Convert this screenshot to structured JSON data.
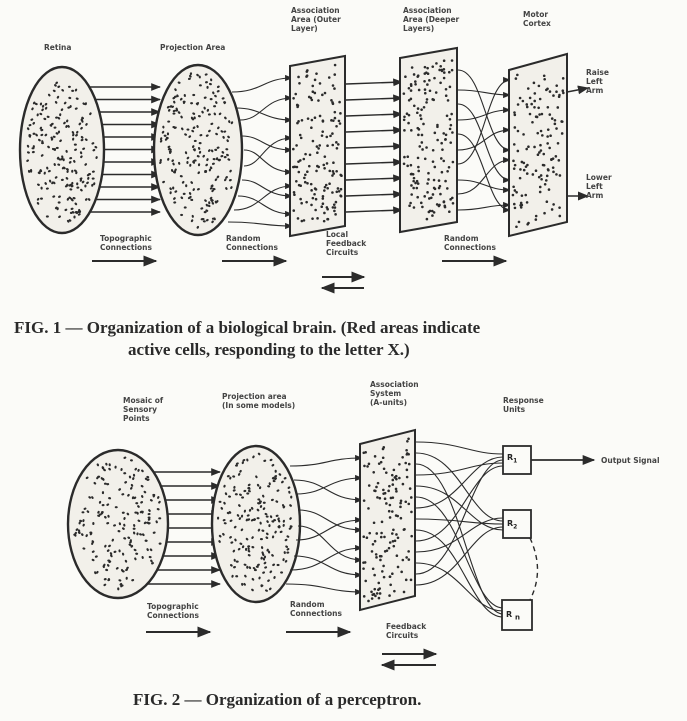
{
  "fig1": {
    "labels": {
      "retina": "Retina",
      "projection": "Projection Area",
      "assoc_outer": [
        "Association",
        "Area (Outer",
        "Layer)"
      ],
      "assoc_deeper": [
        "Association",
        "Area (Deeper",
        "Layers)"
      ],
      "motor": [
        "Motor",
        "Cortex"
      ],
      "raise": [
        "Raise",
        "Left",
        "Arm"
      ],
      "lower": [
        "Lower",
        "Left",
        "Arm"
      ],
      "topographic": [
        "Topographic",
        "Connections"
      ],
      "random1": [
        "Random",
        "Connections"
      ],
      "local_feedback": [
        "Local",
        "Feedback",
        "Circuits"
      ],
      "random2": [
        "Random",
        "Connections"
      ]
    },
    "caption_line1": "FIG. 1 — Organization of a biological brain.  (Red areas indicate",
    "caption_line2": "active cells, responding to the letter X.)"
  },
  "fig2": {
    "labels": {
      "mosaic": [
        "Mosaic of",
        "Sensory",
        "Points"
      ],
      "projection": [
        "Projection area",
        "(In some models)"
      ],
      "association": [
        "Association",
        "System",
        "(A-units)"
      ],
      "response": [
        "Response",
        "Units"
      ],
      "output": "Output Signal",
      "topographic": [
        "Topographic",
        "Connections"
      ],
      "random": [
        "Random",
        "Connections"
      ],
      "feedback": [
        "Feedback",
        "Circuits"
      ]
    },
    "response_units": [
      "R",
      "R",
      "R"
    ],
    "response_subscripts": [
      "1",
      "2",
      "n"
    ],
    "caption": "FIG. 2 — Organization of a perceptron."
  }
}
